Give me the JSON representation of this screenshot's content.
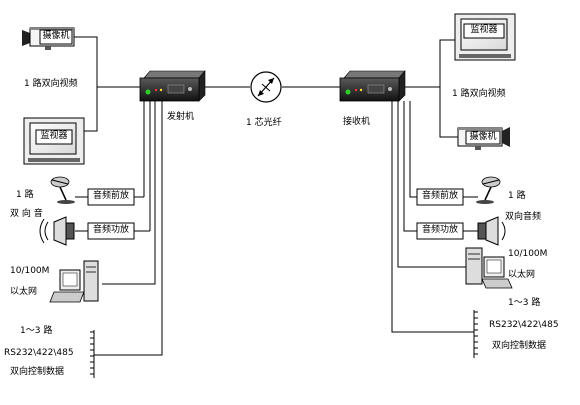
{
  "labels": {
    "monitor": "监视器",
    "camera": "摄像机",
    "video_link": "1 路双向视频",
    "transmitter": "发射机",
    "receiver": "接收机",
    "fiber": "1 芯光纤",
    "audio_preamp": "音频前放",
    "audio_amp": "音频功放",
    "audio_left_1": "1 路",
    "audio_left_2": "双 向 音",
    "audio_right_1": "1 路",
    "audio_right_2": "双向音频",
    "ethernet_1": "10/100M",
    "ethernet_left_2": "以太网",
    "ethernet_right_1": "10/100M",
    "ethernet_right_2": "以太网",
    "serial_1": "1～3 路",
    "serial_2": "RS232\\422\\485",
    "serial_3": "双向控制数据"
  }
}
